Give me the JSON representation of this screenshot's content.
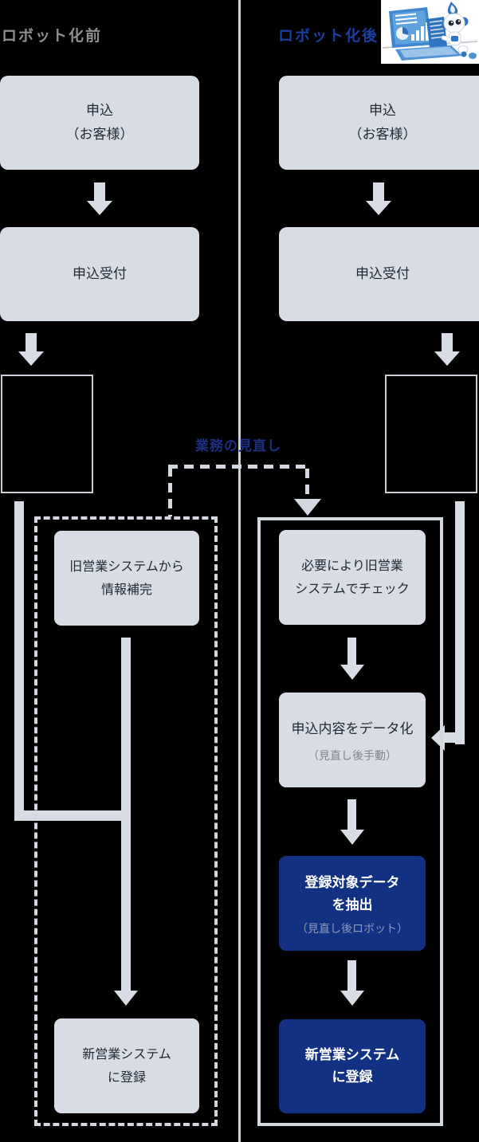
{
  "colors": {
    "background": "#000000",
    "box_fill": "#d8dce4",
    "navy_box": "#123182",
    "heading_gray": "#8d8f93",
    "heading_blue": "#1b3f9e",
    "annotation_blue": "#1c2f80",
    "box_text": "#212a37",
    "sub_text_gray": "#7f848e",
    "sub_text_navy_box": "#8d9ab9"
  },
  "headings": {
    "left": "ロボット化前",
    "right": "ロボット化後"
  },
  "annotation": {
    "label": "業務の見直し"
  },
  "icons": {
    "robot_mascot": "robot-at-laptop-illustration"
  },
  "left_flow": {
    "box_apply": {
      "line1": "申込",
      "line2": "（お客様）"
    },
    "box_reception": "申込受付",
    "box_supplement": {
      "line1": "旧営業システムから",
      "line2": "情報補完"
    },
    "box_register": {
      "line1": "新営業システム",
      "line2": "に登録"
    }
  },
  "right_flow": {
    "box_apply": {
      "line1": "申込",
      "line2": "（お客様）"
    },
    "box_reception": "申込受付",
    "box_check": {
      "line1": "必要により旧営業",
      "line2": "システムでチェック"
    },
    "box_digitize": {
      "main": "申込内容をデータ化",
      "sub": "（見直し後手動）"
    },
    "box_extract": {
      "line1": "登録対象データ",
      "line2": "を抽出",
      "sub": "（見直し後ロボット）"
    },
    "box_register": {
      "line1": "新営業システム",
      "line2": "に登録"
    }
  }
}
